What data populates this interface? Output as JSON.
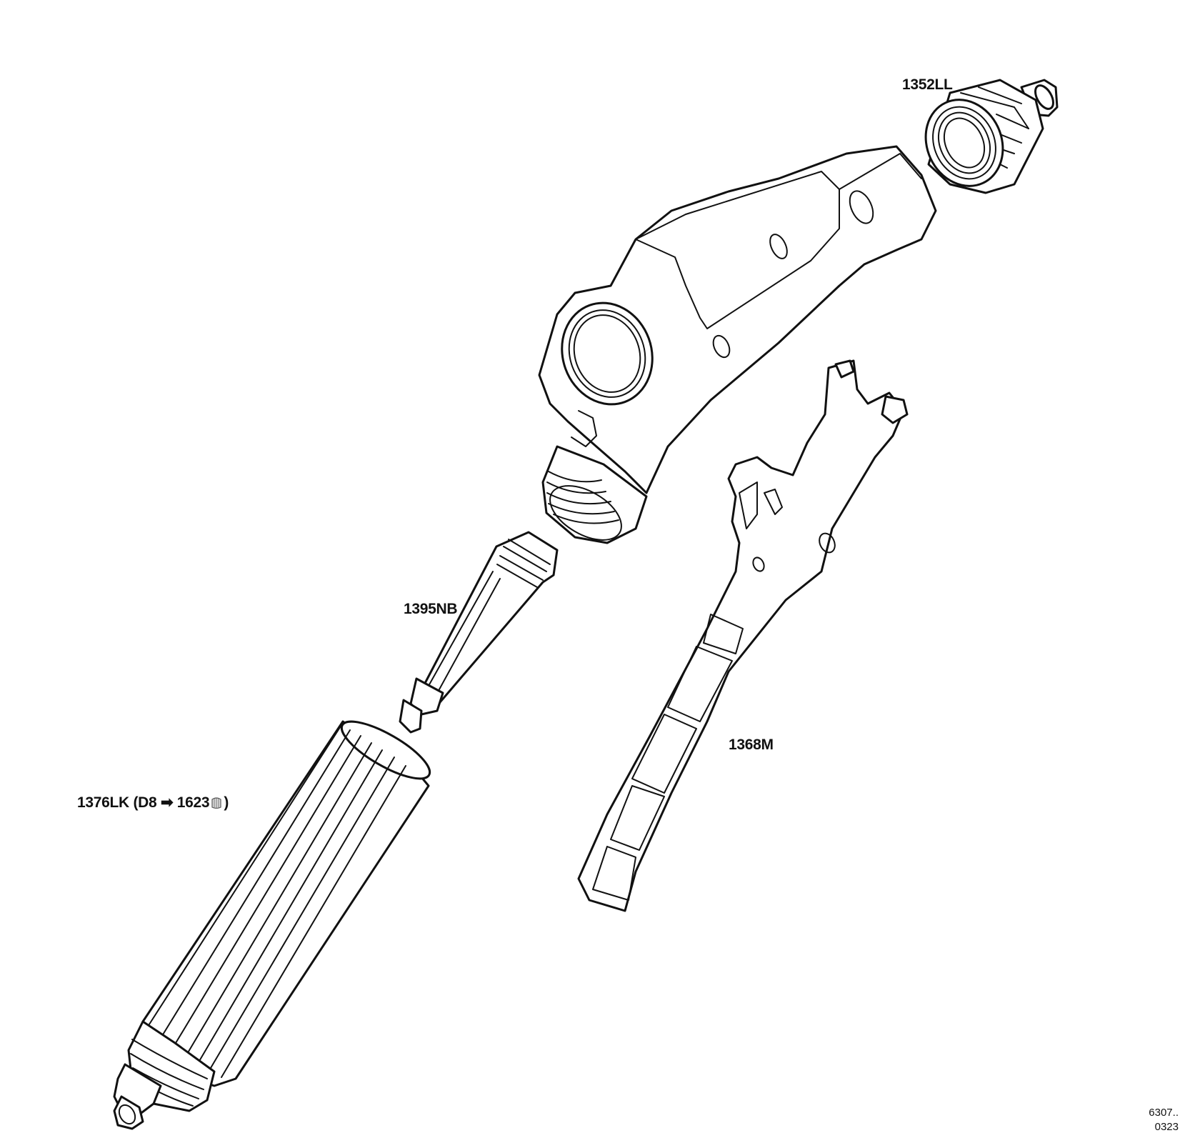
{
  "labels": {
    "cap_nut": "1352LL",
    "valve": "1395NB",
    "trigger": "1368M",
    "handle_code": "1376LK (D8",
    "handle_arrow": "➡",
    "handle_alt": "1623",
    "handle_close": ")"
  },
  "drawing_code": {
    "line1": "6307..",
    "line2": "0323"
  }
}
